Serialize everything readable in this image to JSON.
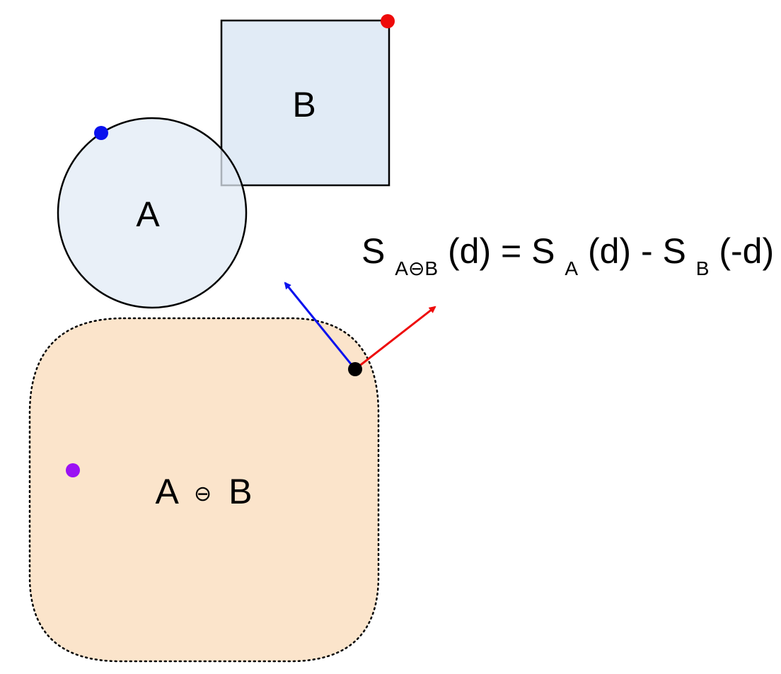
{
  "shapes": {
    "circle_label": "A",
    "square_label": "B",
    "difference_label_left": "A",
    "difference_label_op": "⊖",
    "difference_label_right": "B"
  },
  "formula": {
    "lhs_symbol": "S",
    "lhs_subscript": "A⊖B",
    "lhs_arg": "(d) = ",
    "a_symbol": "S",
    "a_subscript": "A",
    "a_arg": "(d) - ",
    "b_symbol": "S",
    "b_subscript": "B",
    "b_arg": "(-d)"
  },
  "colors": {
    "shape_fill": "#e1ebf6",
    "difference_fill": "#fbe4cb",
    "outline": "#000000",
    "point_a": "#0a12ee",
    "point_b": "#ee0a0a",
    "point_sum": "#000000",
    "point_extra": "#9b10f4",
    "arrow_neg": "#0a12ee",
    "arrow_pos": "#ee0a0a"
  },
  "icons": {
    "arrow_neg": "arrow-up-left",
    "arrow_pos": "arrow-up-right"
  }
}
